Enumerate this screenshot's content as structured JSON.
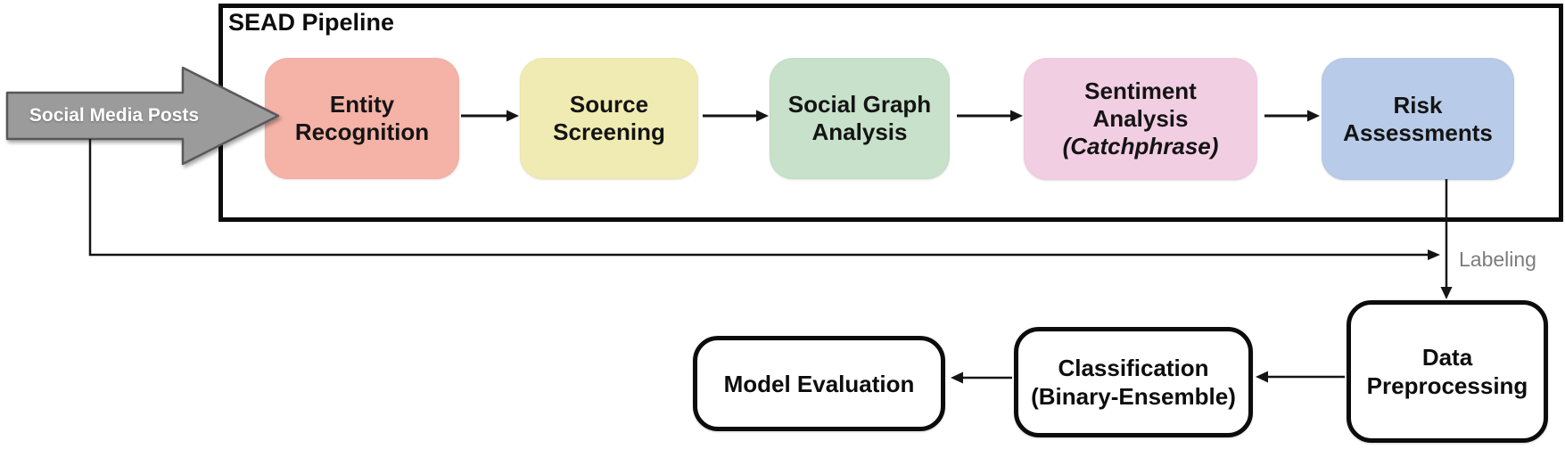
{
  "title": "SEAD Pipeline",
  "input": {
    "label": "Social Media Posts",
    "fill": "#9B9B9B",
    "text_color": "#FFFFFF"
  },
  "stages": [
    {
      "label": "Entity\nRecognition",
      "note": "",
      "color": "#F5B2A7"
    },
    {
      "label": "Source\nScreening",
      "note": "",
      "color": "#F0EBB2"
    },
    {
      "label": "Social Graph\nAnalysis",
      "note": "",
      "color": "#C7E1CA"
    },
    {
      "label": "Sentiment\nAnalysis",
      "note": "(Catchphrase)",
      "color": "#F2CEE3"
    },
    {
      "label": "Risk\nAssessments",
      "note": "",
      "color": "#B8CBE8"
    }
  ],
  "edge_label": {
    "text": "Labeling",
    "color": "#7C7C7C"
  },
  "bottom_nodes": [
    {
      "label": "Data\nPreprocessing"
    },
    {
      "label": "Classification\n(Binary-Ensemble)"
    },
    {
      "label": "Model Evaluation"
    }
  ]
}
